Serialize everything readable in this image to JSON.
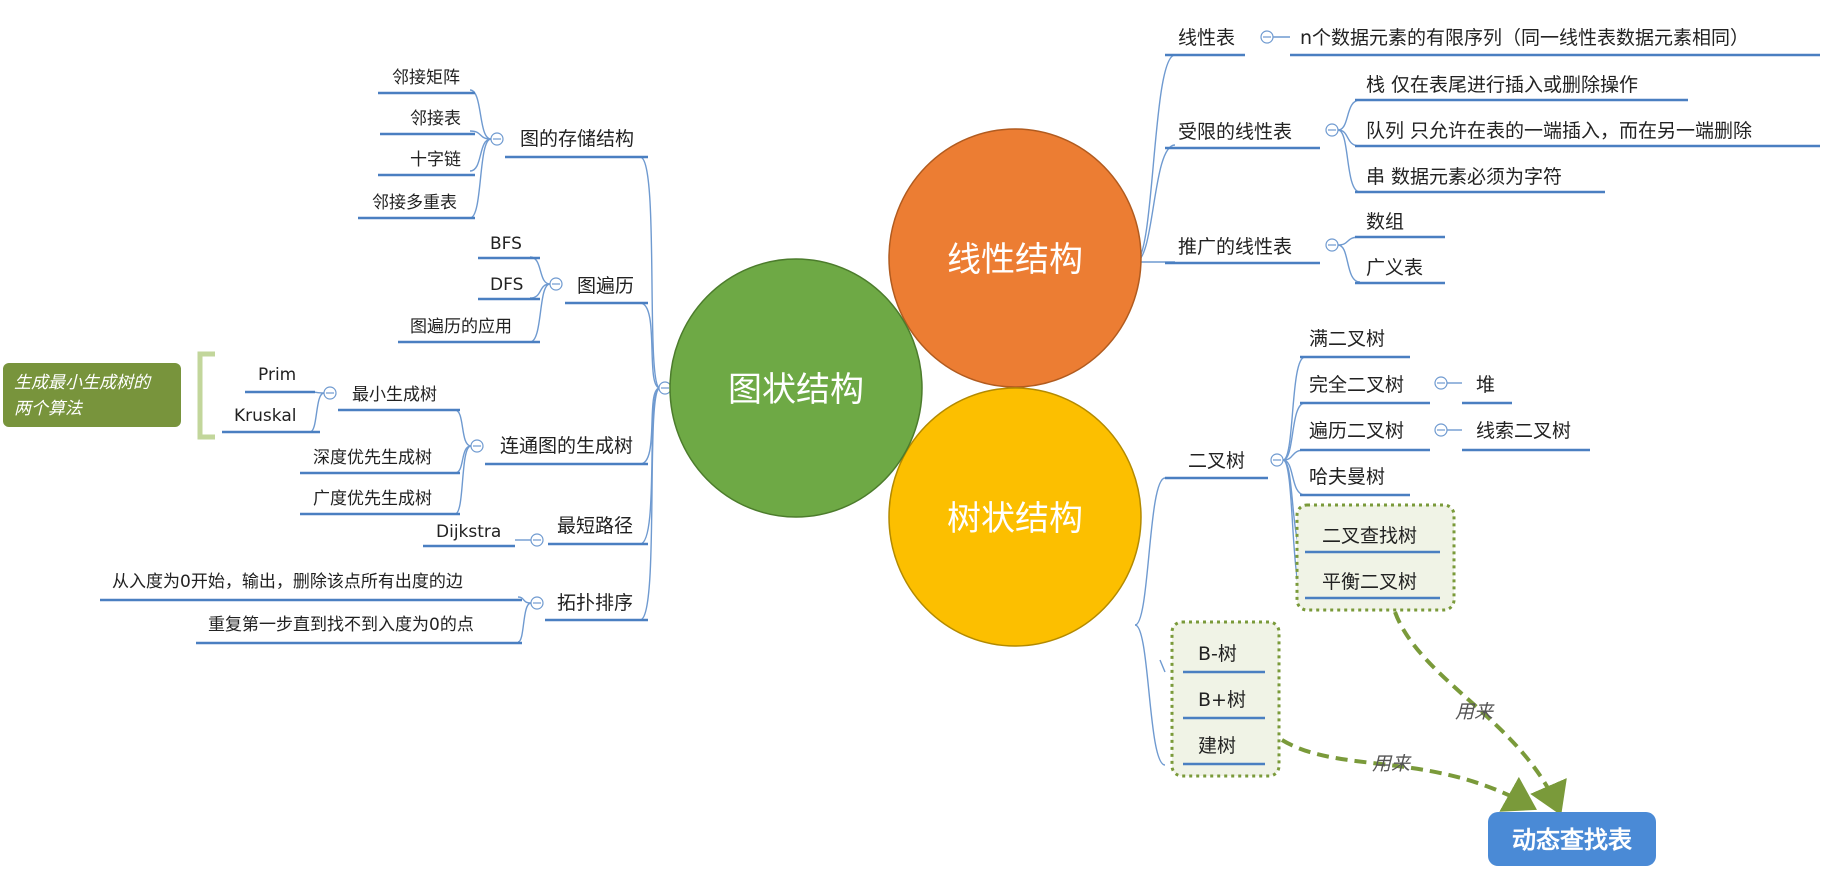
{
  "center": {
    "graph": "图状结构",
    "linear": "线性结构",
    "tree": "树状结构"
  },
  "colors": {
    "graph": "#6ea945",
    "linear": "#ec7d33",
    "tree": "#fcbf00",
    "connector": "#6f9ad0",
    "underline": "#4a7fc1",
    "note": "#78943c",
    "target": "#4a8ad6"
  },
  "linear": {
    "l1": "线性表",
    "l1_desc": "n个数据元素的有限序列（同一线性表数据元素相同）",
    "l2": "受限的线性表",
    "l2_stack": "栈  仅在表尾进行插入或删除操作",
    "l2_queue": "队列 只允许在表的一端插入，而在另一端删除",
    "l2_string": "串  数据元素必须为字符",
    "l3": "推广的线性表",
    "l3_array": "数组",
    "l3_glist": "广义表"
  },
  "tree": {
    "binary": "二叉树",
    "full": "满二叉树",
    "complete": "完全二叉树",
    "heap": "堆",
    "traverse": "遍历二叉树",
    "threaded": "线索二叉树",
    "huffman": "哈夫曼树",
    "bst": "二叉查找树",
    "avl": "平衡二叉树",
    "btree": "B-树",
    "bplus": "B+树",
    "build": "建树",
    "used_for_1": "用来",
    "used_for_2": "用来",
    "target": "动态查找表"
  },
  "graph": {
    "storage": "图的存储结构",
    "adj_matrix": "邻接矩阵",
    "adj_list": "邻接表",
    "cross_list": "十字链",
    "adj_multi": "邻接多重表",
    "traversal": "图遍历",
    "bfs": "BFS",
    "dfs": "DFS",
    "trav_app": "图遍历的应用",
    "spanning": "连通图的生成树",
    "mst": "最小生成树",
    "prim": "Prim",
    "kruskal": "Kruskal",
    "mst_note_1": "生成最小生成树的",
    "mst_note_2": "两个算法",
    "dfs_tree": "深度优先生成树",
    "bfs_tree": "广度优先生成树",
    "shortest": "最短路径",
    "dijkstra": "Dijkstra",
    "topo": "拓扑排序",
    "topo_1": "从入度为0开始，输出，删除该点所有出度的边",
    "topo_2": "重复第一步直到找不到入度为0的点"
  }
}
